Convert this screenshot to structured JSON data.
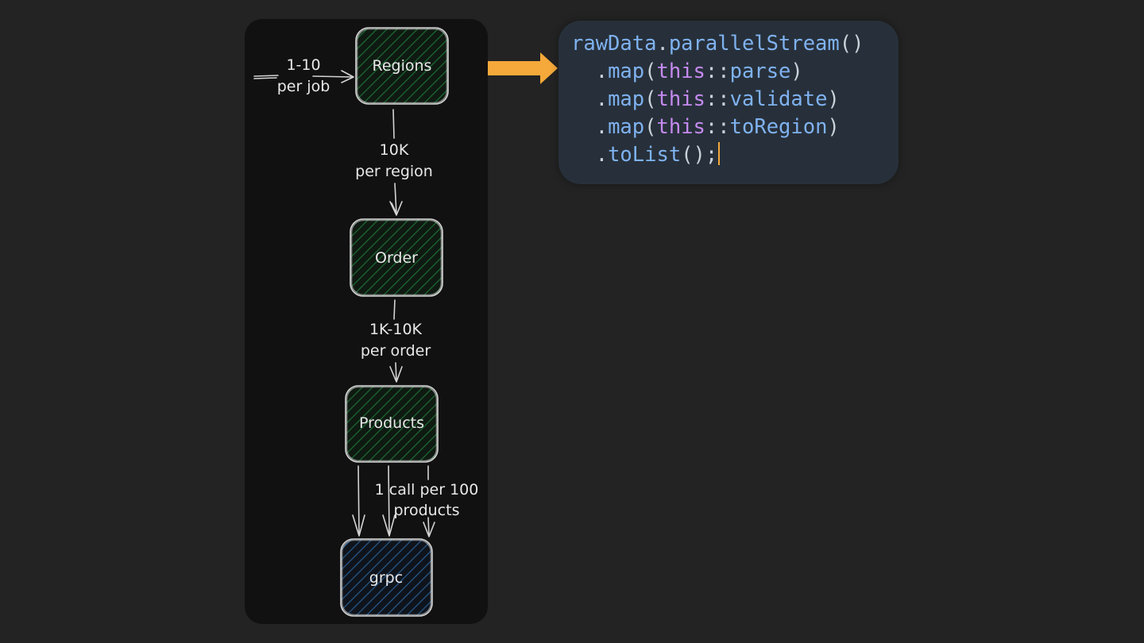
{
  "diagram": {
    "nodes": {
      "regions": "Regions",
      "order": "Order",
      "products": "Products",
      "grpc": "grpc"
    },
    "edges": {
      "input": {
        "line1": "1-10",
        "line2": "per job"
      },
      "regions_to_order": {
        "line1": "10K",
        "line2": "per region"
      },
      "order_to_products": {
        "line1": "1K-10K",
        "line2": "per order"
      },
      "products_to_grpc": {
        "line1": "1 call per 100",
        "line2": "products"
      }
    },
    "colors": {
      "node_hatch_green": "#1e6b34",
      "node_hatch_blue": "#275a8c",
      "stroke": "#d4d4d4",
      "arrow": "#f5a93a"
    }
  },
  "code": {
    "line1": {
      "receiver": "rawData",
      "dot": ".",
      "method": "parallelStream",
      "parens": "()"
    },
    "line2": {
      "indent": "  ",
      "dot": ".",
      "method": "map",
      "open": "(",
      "kw": "this",
      "sep": "::",
      "ref": "parse",
      "close": ")"
    },
    "line3": {
      "indent": "  ",
      "dot": ".",
      "method": "map",
      "open": "(",
      "kw": "this",
      "sep": "::",
      "ref": "validate",
      "close": ")"
    },
    "line4": {
      "indent": "  ",
      "dot": ".",
      "method": "map",
      "open": "(",
      "kw": "this",
      "sep": "::",
      "ref": "toRegion",
      "close": ")"
    },
    "line5": {
      "indent": "  ",
      "dot": ".",
      "method": "toList",
      "parens": "()",
      "end": ";"
    }
  }
}
